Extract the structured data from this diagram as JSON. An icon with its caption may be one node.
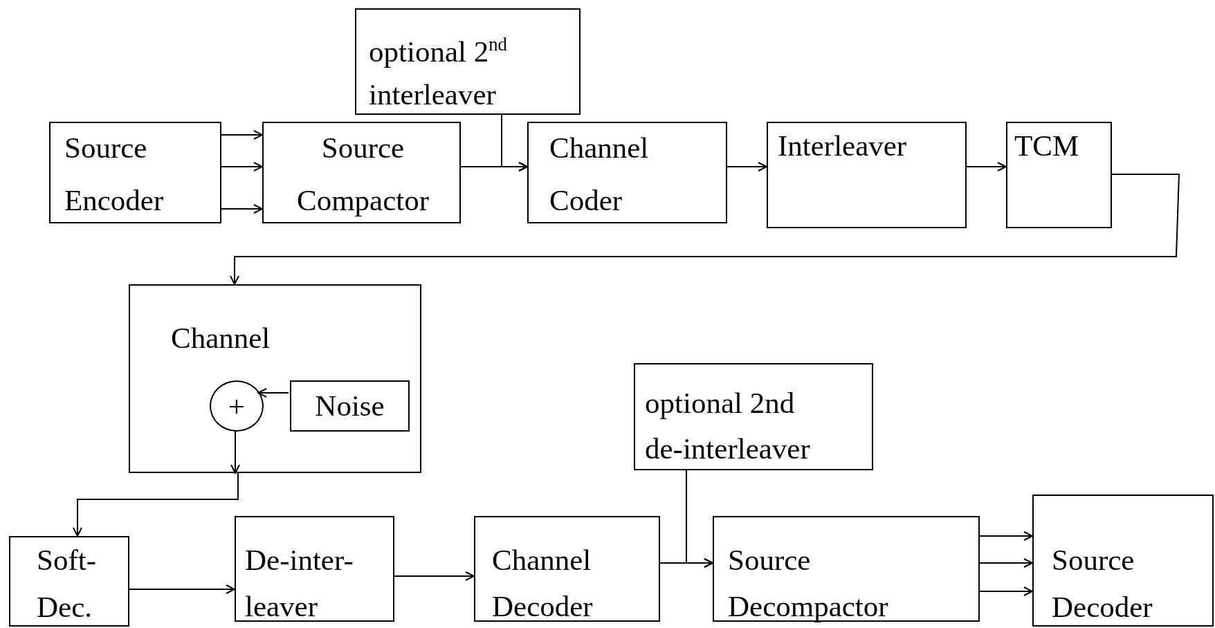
{
  "diagram": {
    "nodes": [
      {
        "text": [
          "Source Encoder"
        ]
      },
      {
        "text": [
          "Source Compactor"
        ]
      },
      {
        "text": [
          "optional 2$^{nd}$ interleaver"
        ]
      },
      {
        "text": [
          "Channel Coder"
        ]
      },
      {
        "text": [
          "Interleaver"
        ]
      },
      {
        "text": [
          "TCM"
        ]
      },
      {
        "text": [
          "Channel"
        ]
      },
      {
        "text": [
          "+"
        ],
        "in": 6
      },
      {
        "text": [
          "Noise"
        ],
        "in": 6
      },
      {
        "text": [
          "Soft- Dec."
        ]
      },
      {
        "text": [
          "De-inter- leaver"
        ]
      },
      {
        "text": [
          "Channel Decoder"
        ]
      },
      {
        "text": [
          "optional 2nd de-interleaver"
        ]
      },
      {
        "text": [
          "Source Decompactor"
        ]
      },
      {
        "text": [
          "Source Decoder"
        ]
      }
    ],
    "edges": [
      {
        "from": 0,
        "to": 1,
        "arrow": "to"
      },
      {
        "from": 0,
        "to": 1,
        "arrow": "to"
      },
      {
        "from": 0,
        "to": 1,
        "arrow": "to"
      },
      {
        "from": 1,
        "to": 3,
        "arrow": "to"
      },
      {
        "from": 2,
        "to": 3,
        "arrow": "to"
      },
      {
        "from": 3,
        "to": 4,
        "arrow": "to"
      },
      {
        "from": 4,
        "to": 5,
        "arrow": "to"
      },
      {
        "from": 5,
        "to": 6,
        "arrow": "to"
      },
      {
        "from": 8,
        "to": 7,
        "arrow": "to"
      },
      {
        "from": 7,
        "to": 6,
        "arrow": "to"
      },
      {
        "from": 6,
        "to": 9,
        "arrow": "to"
      },
      {
        "from": 9,
        "to": 10,
        "arrow": "to"
      },
      {
        "from": 10,
        "to": 11,
        "arrow": "to"
      },
      {
        "from": 11,
        "to": 13,
        "arrow": "to"
      },
      {
        "from": 12,
        "to": 13,
        "arrow": "to"
      },
      {
        "from": 13,
        "to": 14,
        "arrow": "to"
      },
      {
        "from": 13,
        "to": 14,
        "arrow": "to"
      },
      {
        "from": 13,
        "to": 14,
        "arrow": "to"
      }
    ]
  }
}
